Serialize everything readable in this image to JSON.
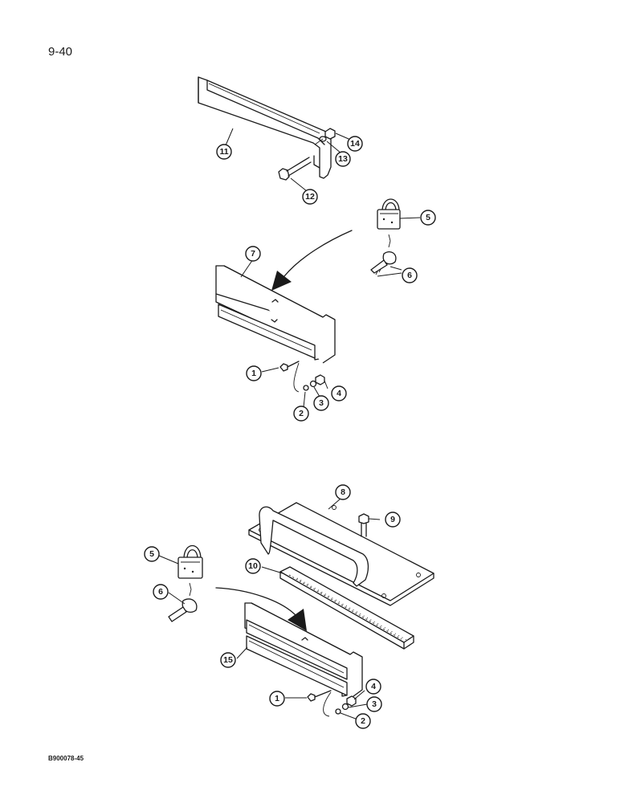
{
  "page_number": "9-40",
  "figure_code": "B900078-45",
  "callouts": [
    "1",
    "2",
    "3",
    "4",
    "5",
    "6",
    "7",
    "8",
    "9",
    "10",
    "11",
    "12",
    "13",
    "14",
    "15"
  ]
}
